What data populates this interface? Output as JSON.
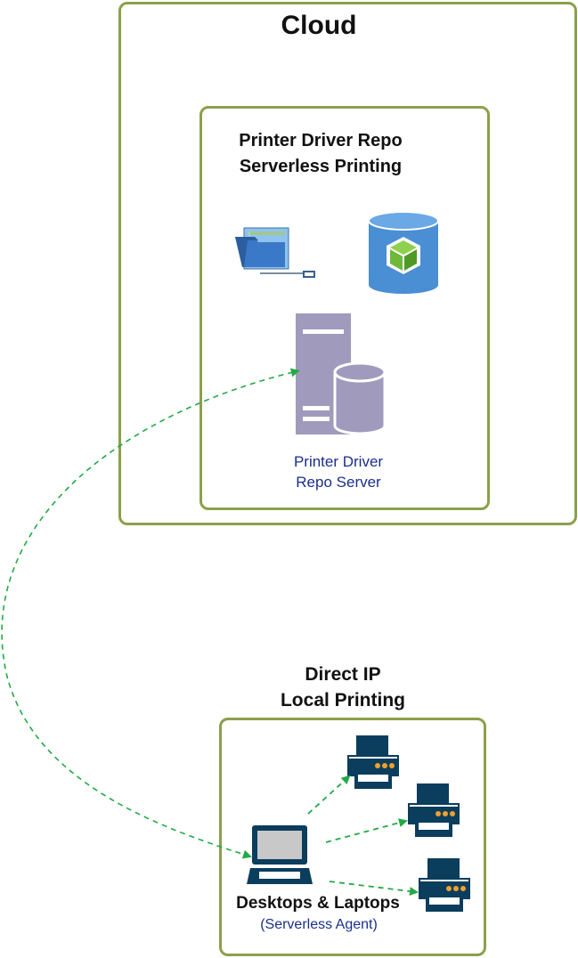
{
  "cloud": {
    "title": "Cloud",
    "repo_box": {
      "title_line1": "Printer Driver Repo",
      "title_line2": "Serverless Printing",
      "server_label_line1": "Printer Driver",
      "server_label_line2": "Repo Server"
    }
  },
  "local": {
    "title_line1": "Direct IP",
    "title_line2": "Local Printing",
    "client_label": "Desktops & Laptops",
    "client_sublabel": "(Serverless Agent)"
  },
  "colors": {
    "box_border": "#8ba04a",
    "arrow": "#22aa44",
    "server": "#a09abd",
    "device_dark": "#0b3d5c",
    "label_blue": "#1a2f8a",
    "database": "#4a8fd4",
    "cube": "#7cc03a"
  },
  "icons": {
    "folder": "file-share-folder-icon",
    "database": "database-cube-icon",
    "server": "repo-server-icon",
    "laptop": "laptop-icon",
    "printer": "printer-icon"
  }
}
